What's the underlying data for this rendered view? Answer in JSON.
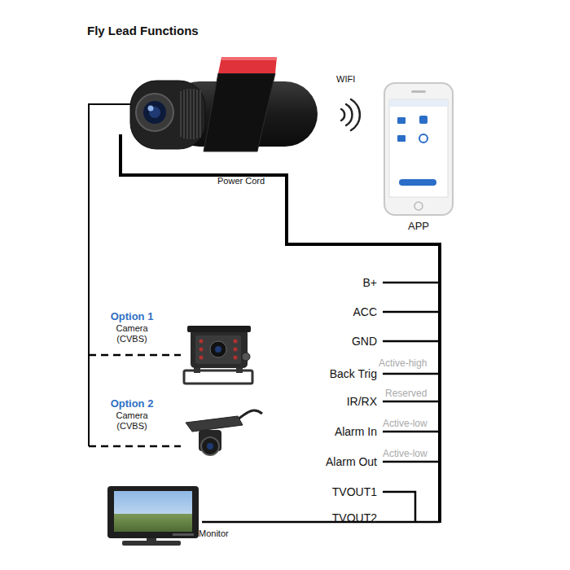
{
  "diagram": {
    "title": "Fly Lead Functions",
    "nodes": [
      {
        "text": [
          "APP"
        ]
      },
      {
        "text": [
          "Option 1",
          "Camera (CVBS)"
        ]
      },
      {
        "text": [
          "Option 2",
          "Camera (CVBS)"
        ]
      },
      {
        "text": [
          "Monitor"
        ]
      }
    ],
    "labels": [
      "WIFI",
      "Power Cord",
      "B+",
      "ACC",
      "GND",
      "Back Trig",
      "Active-high",
      "IR/RX",
      "Reserved",
      "Alarm In",
      "Active-low",
      "Alarm Out",
      "Active-low",
      "TVOUT1",
      "TVOUT2"
    ]
  }
}
